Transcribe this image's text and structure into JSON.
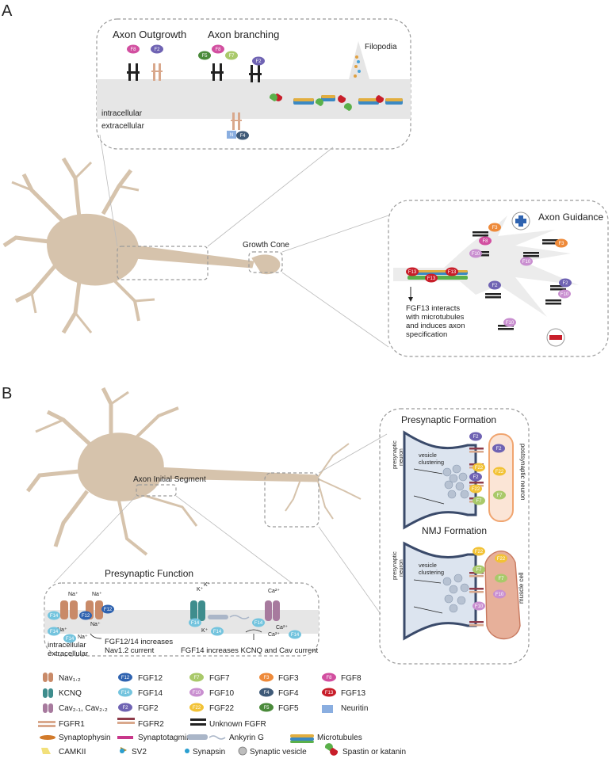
{
  "panel_a": {
    "letter": "A",
    "axon_outgrowth": "Axon Outgrowth",
    "axon_branching": "Axon branching",
    "filopodia": "Filopodia",
    "intracellular": "intracellular",
    "extracellular": "extracellular",
    "growth_cone": "Growth Cone",
    "axon_guidance": "Axon Guidance",
    "fgf13_note": [
      "FGF13 interacts",
      "with microtubules",
      "and induces axon",
      "specification"
    ]
  },
  "panel_b": {
    "letter": "B",
    "axon_initial_segment": "Axon Initial Segment",
    "presynaptic_formation": "Presynaptic Formation",
    "nmj_formation": "NMJ Formation",
    "presynaptic_function": "Presynaptic Function",
    "presynaptic_neuron": [
      "presynaptic",
      "neuron"
    ],
    "postsynaptic_neuron": "postsynaptic neuron",
    "muscle_cell": "muscle cell",
    "vesicle_clustering": [
      "vesicle",
      "clustering"
    ],
    "intracellular": "intracellular",
    "extracellular": "extracellular",
    "fgf12_14_note": [
      "FGF12/14 increases",
      "Nav1.2 current"
    ],
    "fgf14_note": "FGF14 increases KCNQ and Cav current",
    "na": "Na⁺",
    "k": "K⁺",
    "ca": "Ca²⁺"
  },
  "pills": {
    "F2": "F2",
    "F3": "F3",
    "F4": "F4",
    "F5": "F5",
    "F7": "F7",
    "F8": "F8",
    "F10": "F10",
    "F12": "F12",
    "F13": "F13",
    "F14": "F14",
    "F22": "F22",
    "N": "N"
  },
  "legend": {
    "nav": "Nav₁.₂",
    "kcnq": "KCNQ",
    "cav": "Cav₂.₁, Cav₂.₂",
    "fgfr1": "FGFR1",
    "fgfr2": "FGFR2",
    "synaptophysin": "Synaptophysin",
    "camkii": "CAMKII",
    "fgf12": "FGF12",
    "fgf14": "FGF14",
    "fgf2": "FGF2",
    "synaptotagmin": "Synaptotagmin",
    "sv2": "SV2",
    "fgf7": "FGF7",
    "fgf10": "FGF10",
    "fgf22": "FGF22",
    "unknown_fgfr": "Unknown FGFR",
    "ankyrin_g": "Ankyrin G",
    "synapsin": "Synapsin",
    "fgf3": "FGF3",
    "fgf4": "FGF4",
    "fgf5": "FGF5",
    "synaptic_vesicle": "Synaptic vesicle",
    "fgf8": "FGF8",
    "fgf13": "FGF13",
    "neuritin": "Neuritin",
    "microtubules": "Microtubules",
    "spastin_katanin": "Spastin or katanin"
  },
  "colors": {
    "neuron": "#d6c3ac",
    "membrane_band": "#e6e6e6",
    "F2": "#6f63b3",
    "F3": "#ee8a3a",
    "F4": "#3f5a78",
    "F5": "#4a8a3a",
    "F7": "#a9c96a",
    "F8": "#d24fa0",
    "F10": "#c98fd0",
    "F12": "#2f63b0",
    "F13": "#c81e2a",
    "F14": "#74c4de",
    "F22": "#f2c235",
    "N": "#8aaee0",
    "fgfr1": "#d9a88c",
    "fgfr2": "#8e3b4a",
    "unknown_fgfr": "#222222",
    "kcnq": "#3e8d8d",
    "cav": "#a77a9e",
    "nav": "#c98a68"
  }
}
